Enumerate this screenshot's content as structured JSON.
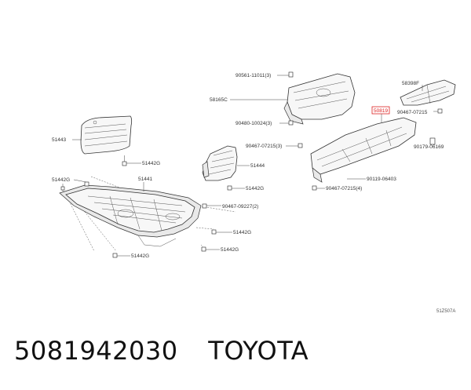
{
  "diagram": {
    "highlighted_label": "50819",
    "labels": {
      "l_90561": "90561-11011(3)",
      "l_58165C": "58165C",
      "l_90480": "90480-10024(3)",
      "l_90467_a": "90467-07215(3)",
      "l_51444": "51444",
      "l_51442G_mid": "51442G",
      "l_58398F": "58398F",
      "l_90467_b": "90467-07215",
      "l_90179": "90179-06169",
      "l_90119": "90119-06403",
      "l_90467_c": "90467-07215(4)",
      "l_51443": "51443",
      "l_51442G_1": "51442G",
      "l_51442G_2": "51442G",
      "l_51441": "51441",
      "l_90467_d": "90467-09227(2)",
      "l_51442G_3": "51442G",
      "l_51442G_4": "51442G",
      "l_51442G_5": "51442G"
    },
    "figure_ref": "51Z507A"
  },
  "caption": {
    "part_number": "5081942030",
    "brand": "TOYOTA"
  }
}
